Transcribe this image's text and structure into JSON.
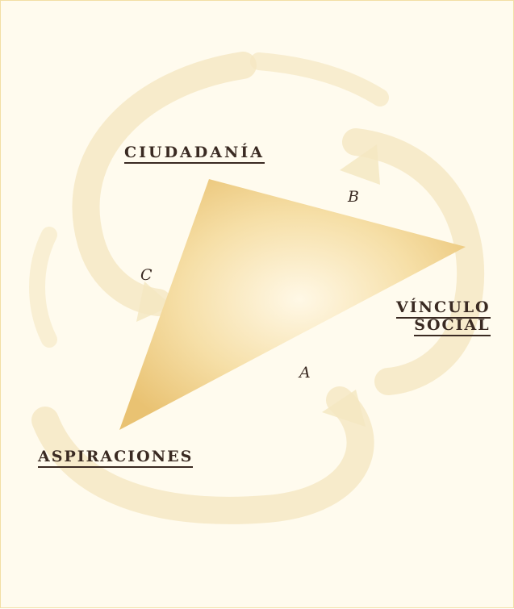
{
  "diagram": {
    "vertices": {
      "top": "CIUDADANÍA",
      "right_line1": "VÍNCULO",
      "right_line2": "SOCIAL",
      "bottom_left": "ASPIRACIONES"
    },
    "sides": {
      "top_right": "B",
      "left": "C",
      "bottom": "A"
    },
    "colors": {
      "background": "#fffbee",
      "border": "#f2dfa4",
      "triangle_light": "#fff8e6",
      "triangle_dark": "#ecc778",
      "arrows": "#f5e7c2",
      "text": "#3a2a22"
    }
  }
}
